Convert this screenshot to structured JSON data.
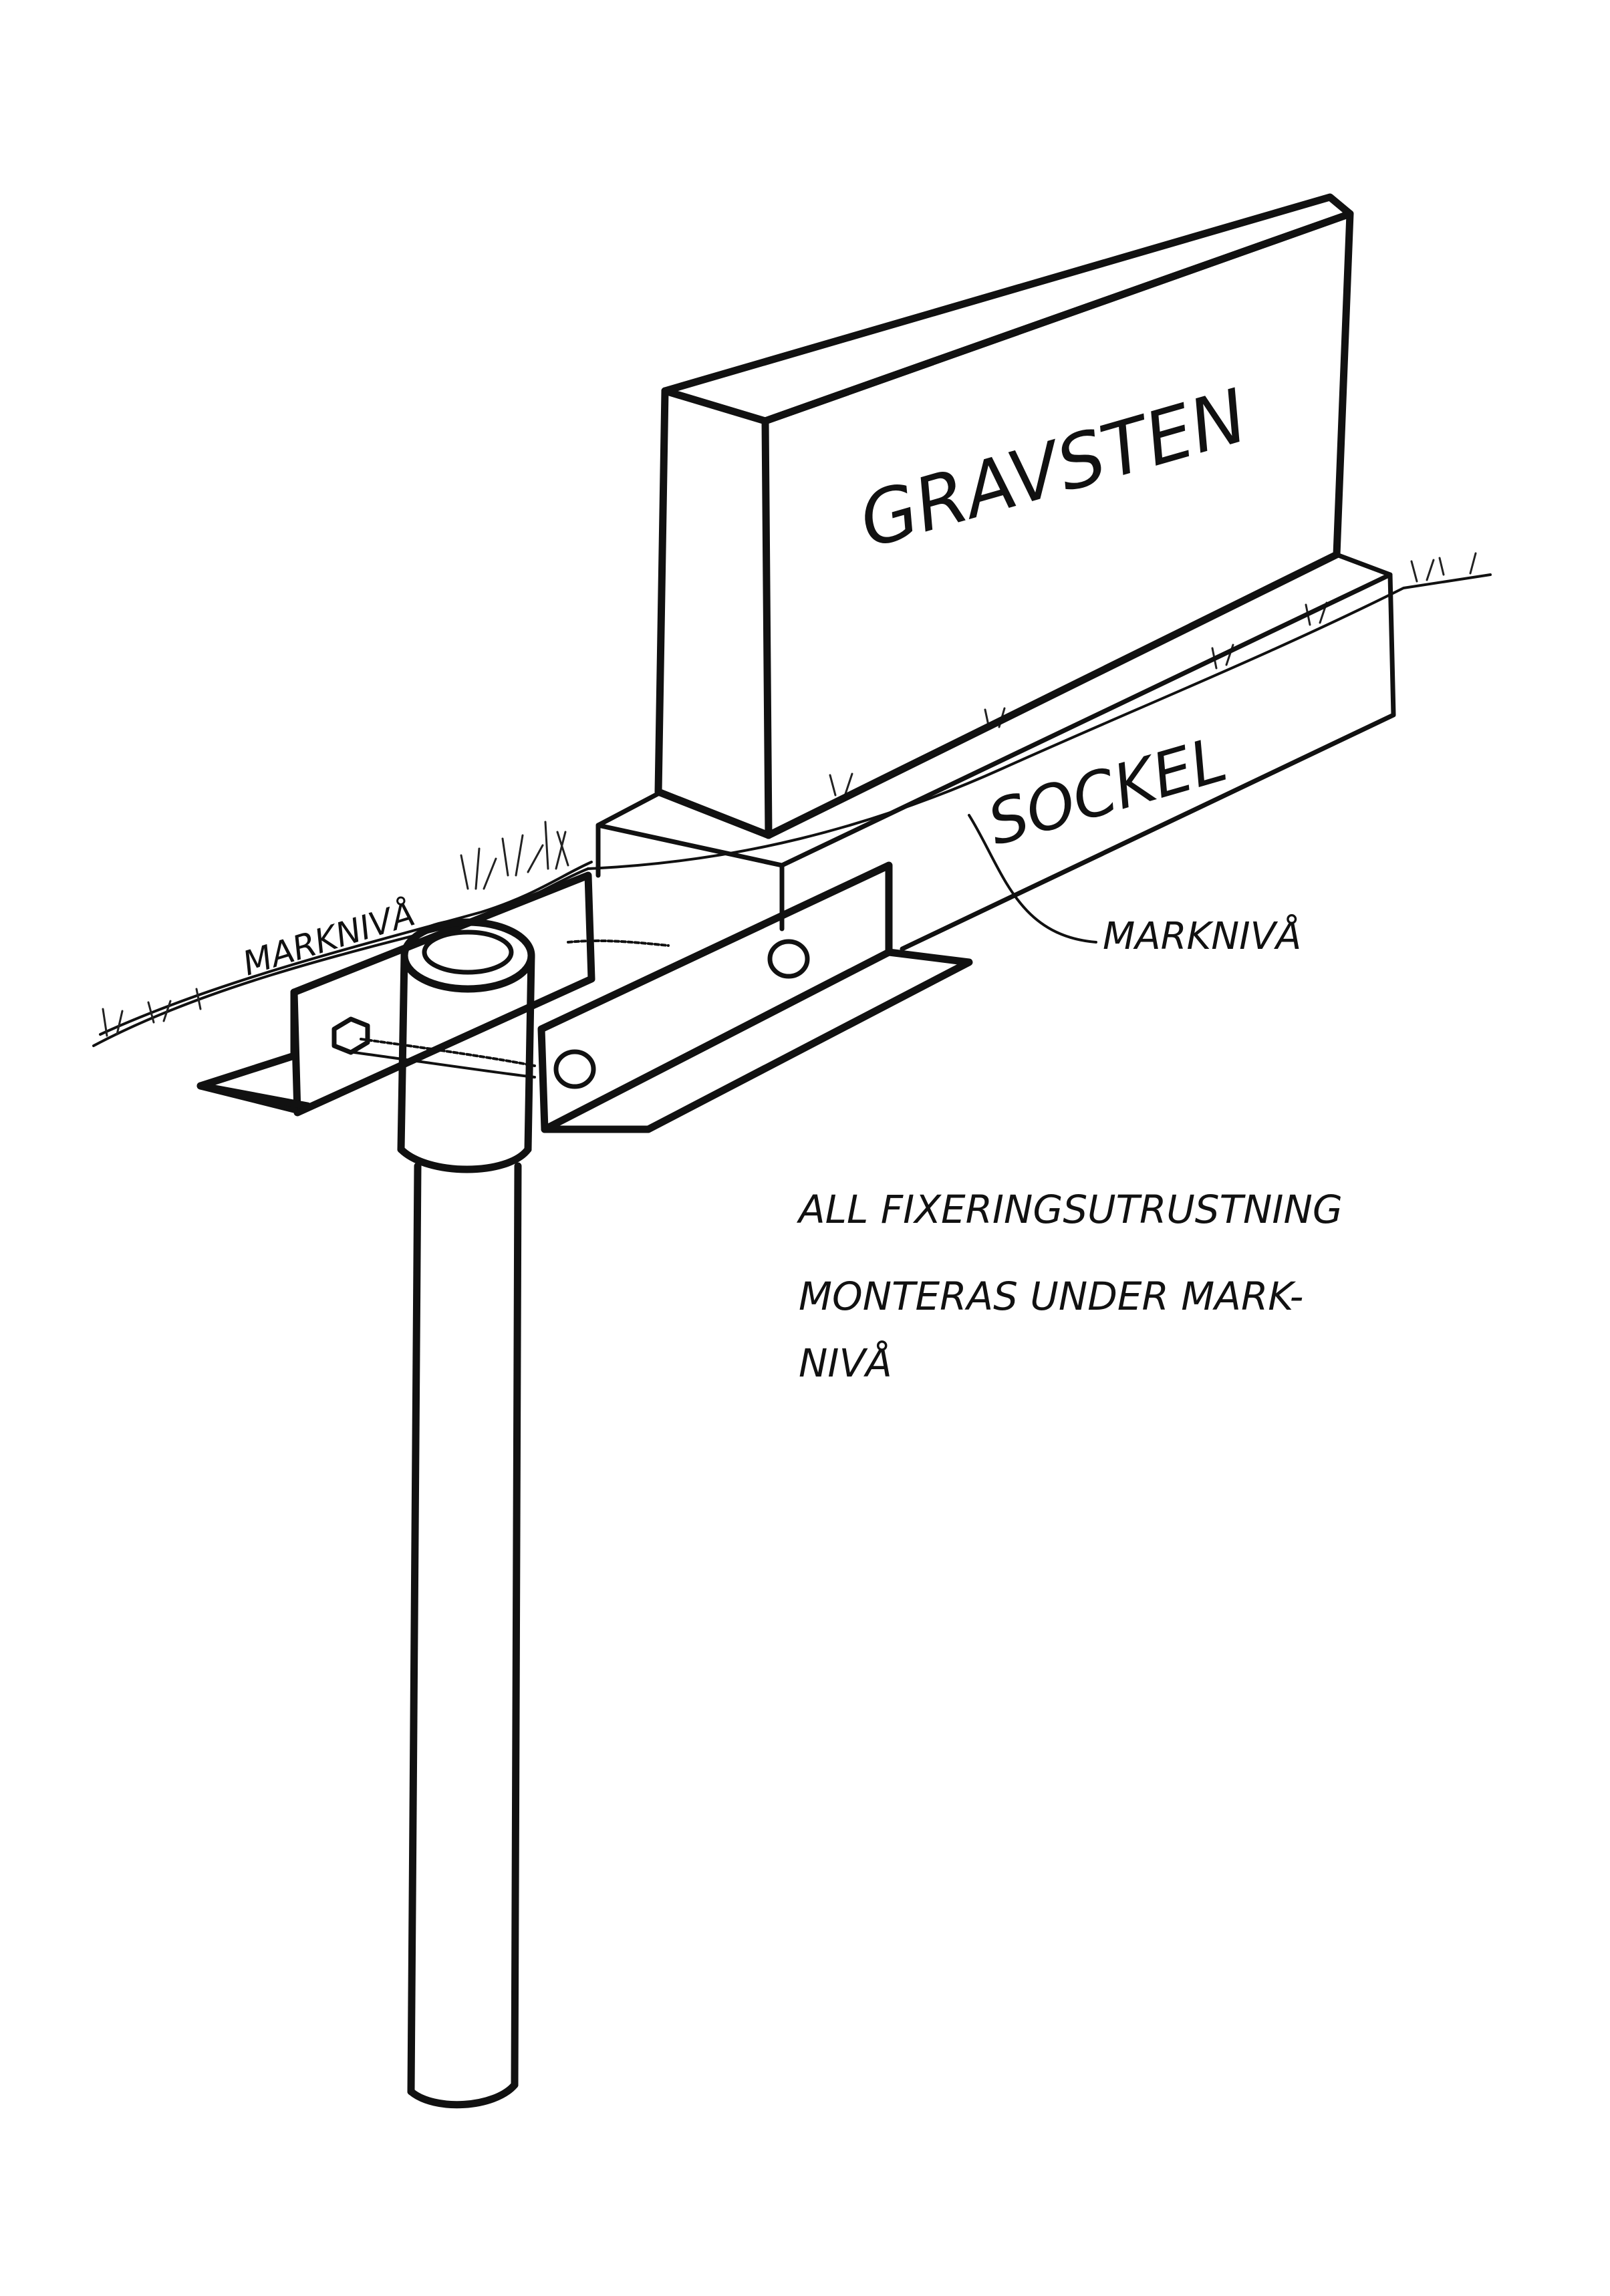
{
  "diagram": {
    "labels": {
      "stone": "GRAVSTEN",
      "base": "SOCKEL",
      "ground_level_left": "MARKNIVÅ",
      "ground_level_right": "MARKNIVÅ"
    },
    "note": {
      "line1": "ALL FIXERINGSUTRUSTNING",
      "line2": "MONTERAS UNDER MARK-",
      "line3": "NIVÅ"
    },
    "ink_color": "#111111",
    "paper_color": "#ffffff"
  }
}
